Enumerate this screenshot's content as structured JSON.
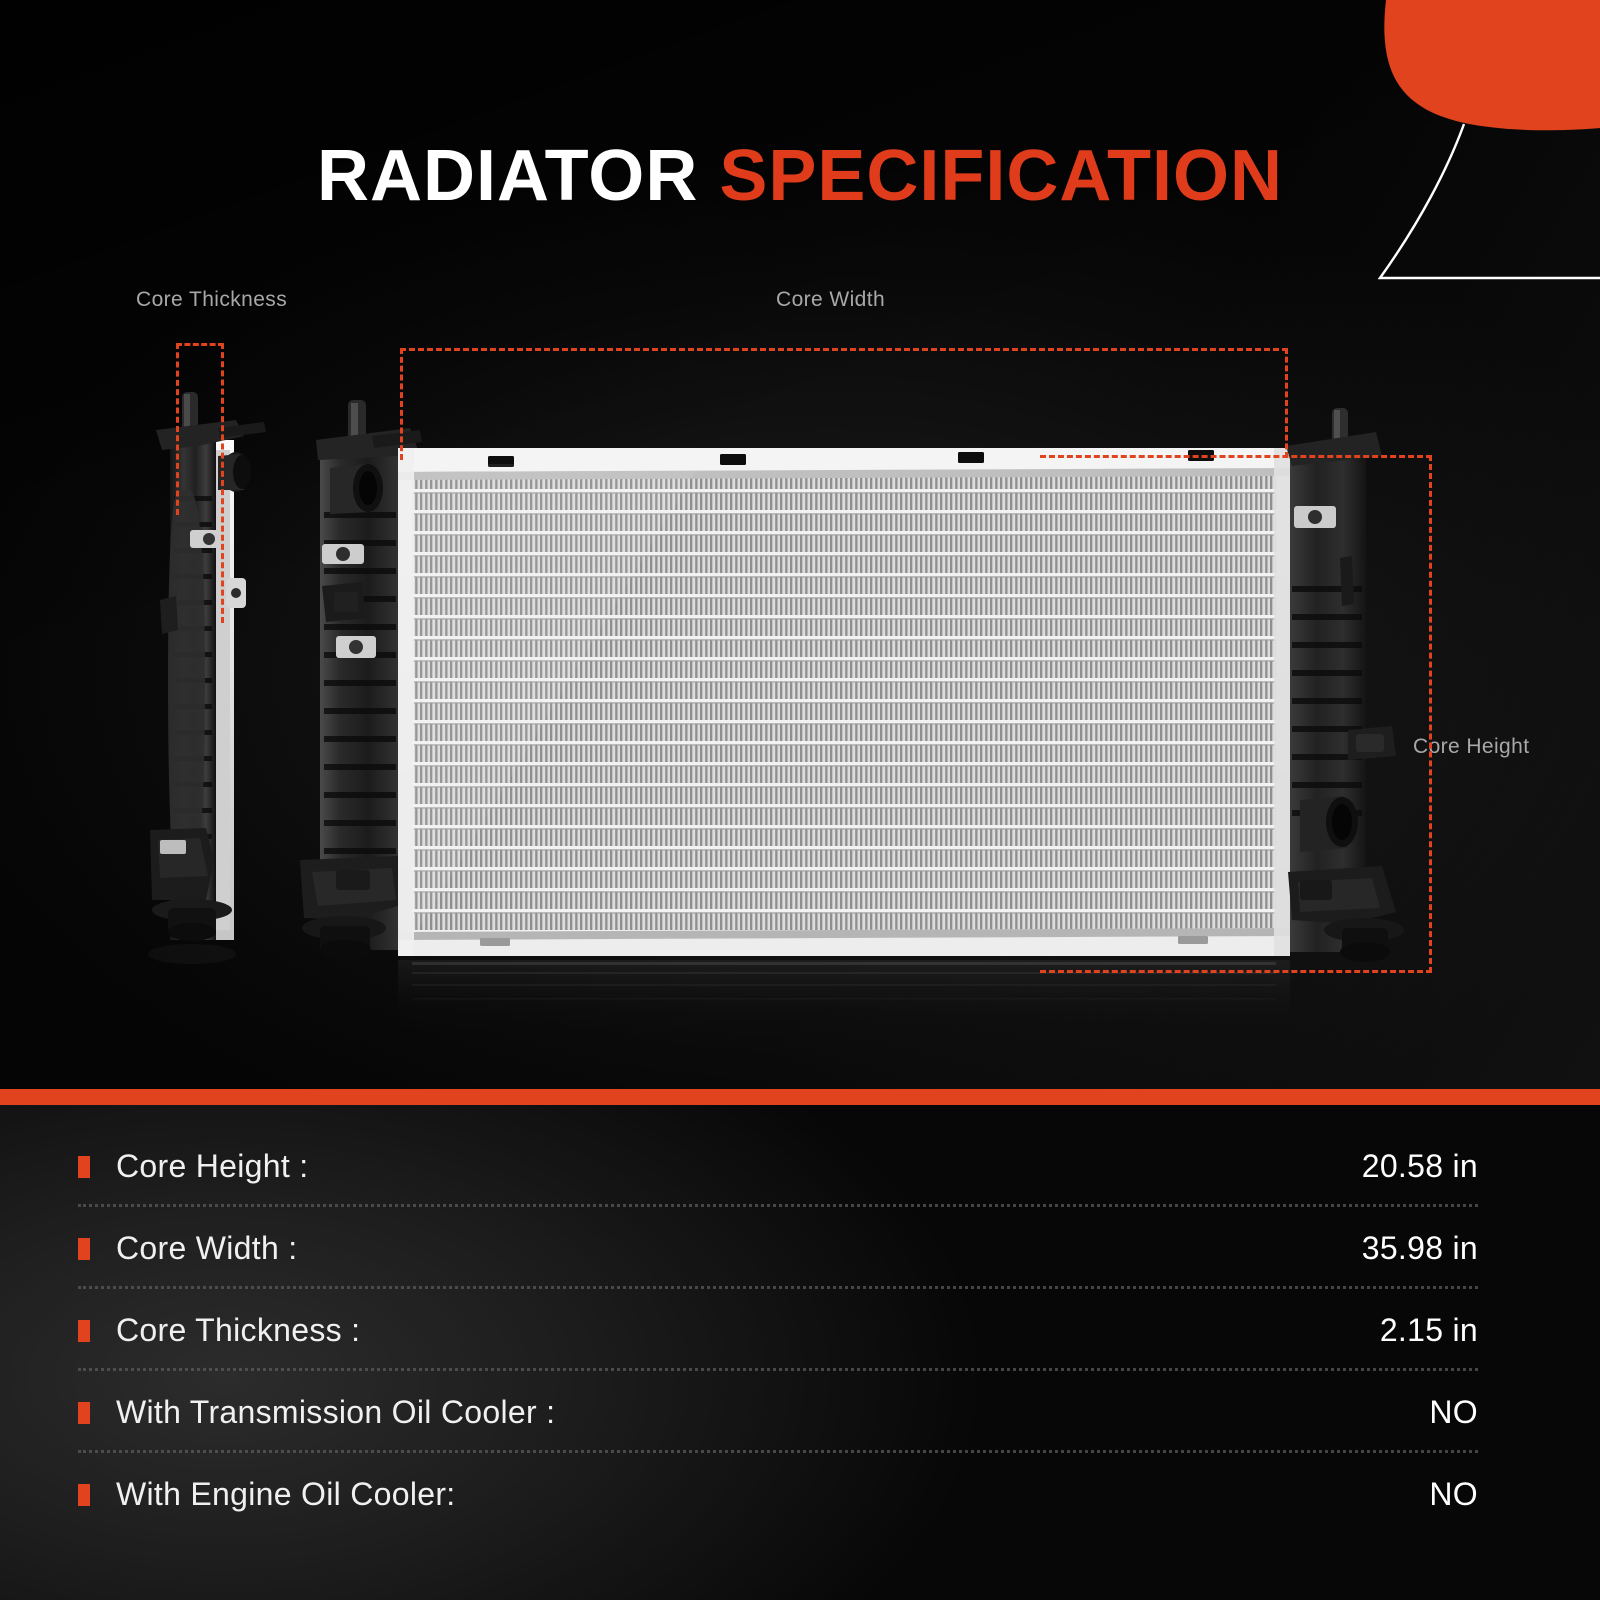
{
  "title": {
    "part1": "RADIATOR ",
    "part2": "SPECIFICATION"
  },
  "colors": {
    "accent": "#e0431d",
    "dash": "#e0431d",
    "label": "#a8a8a8",
    "text": "#ffffff",
    "background": "#0a0a0a",
    "panel": "#1d1d1d"
  },
  "callouts": {
    "thickness": "Core Thickness",
    "width": "Core Width",
    "height": "Core Height"
  },
  "product": {
    "side_view_alt": "radiator-side-profile",
    "front_view_alt": "radiator-front-view"
  },
  "spec": {
    "rows": [
      {
        "label": "Core Height :",
        "value": "20.58 in"
      },
      {
        "label": "Core Width :",
        "value": "35.98 in"
      },
      {
        "label": "Core Thickness :",
        "value": "2.15 in"
      },
      {
        "label": "With Transmission Oil Cooler :",
        "value": "NO"
      },
      {
        "label": "With Engine Oil Cooler:",
        "value": "NO"
      }
    ]
  }
}
